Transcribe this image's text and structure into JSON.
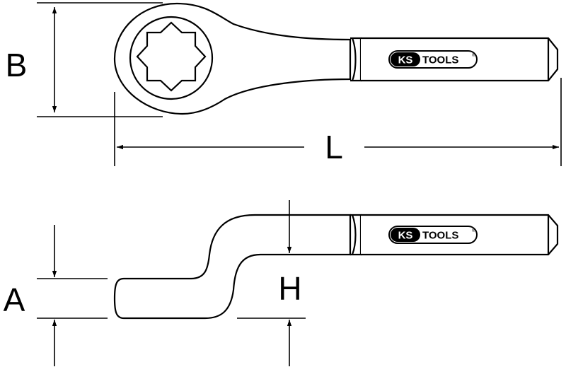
{
  "dimensions": {
    "b": "B",
    "l": "L",
    "a": "A",
    "h": "H"
  },
  "brand": {
    "ks": "KS",
    "tools": "TOOLS",
    "registered": "®"
  },
  "colors": {
    "line": "#000000",
    "background": "#ffffff"
  }
}
